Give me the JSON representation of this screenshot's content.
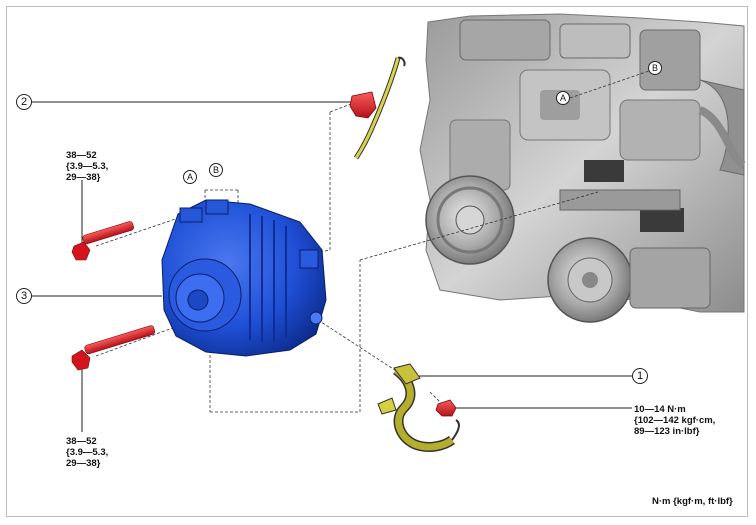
{
  "callouts": {
    "c1": "1",
    "c2": "2",
    "c3": "3",
    "a_left": "A",
    "b_left": "B",
    "a_engine": "A",
    "b_engine": "B"
  },
  "torque_top": {
    "line1": "38—52",
    "line2": "{3.9—5.3,",
    "line3": "29—38}"
  },
  "torque_bottom": {
    "line1": "38—52",
    "line2": "{3.9—5.3,",
    "line3": "29—38}"
  },
  "torque_nut": {
    "line1": "10—14 N·m",
    "line2": "{102—142 kgf·cm,",
    "line3": "89—123 in·lbf}"
  },
  "units_note": "N·m {kgf·m, ft·lbf}",
  "colors": {
    "alternator": "#1f4fd6",
    "fastener": "#e0202a",
    "harness": "#c8c23a",
    "engine": "#b8b8b8"
  }
}
